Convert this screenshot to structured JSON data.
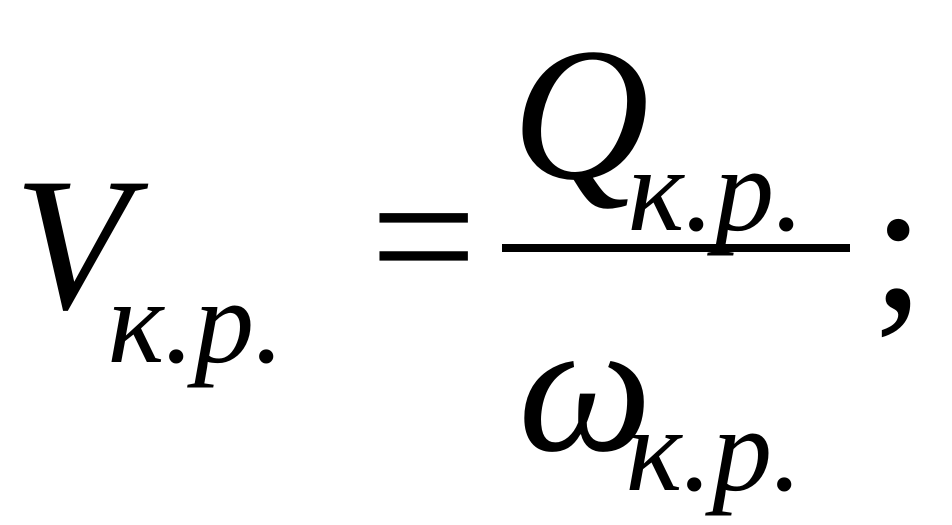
{
  "formula": {
    "lhs": {
      "symbol": "V",
      "subscript": "к.р."
    },
    "equals": "=",
    "numerator": {
      "symbol": "Q",
      "subscript": "к.р."
    },
    "denominator": {
      "symbol": "ω",
      "subscript": "к.р."
    },
    "terminator": ";"
  }
}
